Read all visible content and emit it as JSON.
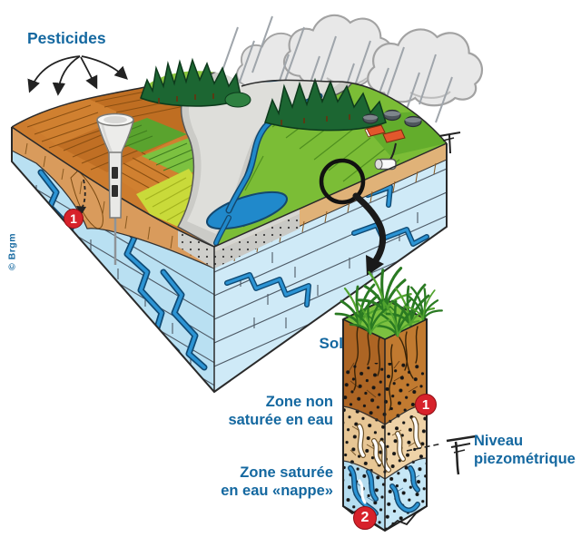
{
  "figure": {
    "credit": "© Brgm",
    "labels": {
      "pesticides": "Pesticides",
      "sol": "Sol",
      "zone_non_saturee": "Zone non\nsaturée en eau",
      "zone_saturee": "Zone saturée\nen eau «nappe»",
      "niveau_piezometrique": "Niveau\npiezométrique"
    },
    "badges": {
      "infiltration": "1",
      "nappe": "2"
    },
    "colors": {
      "label_blue": "#1468a0",
      "badge_red": "#d7222b",
      "aquifer_blue": "#b9e0f2",
      "water_blue": "#2c94d4",
      "soil_brown": "#b06a28",
      "field_orange": "#d08030",
      "grass_green": "#8cc63e",
      "forest_green": "#1c6632"
    }
  }
}
